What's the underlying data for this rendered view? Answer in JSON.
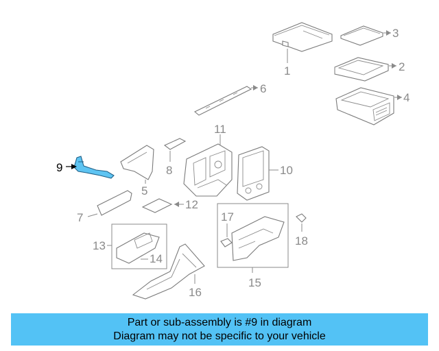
{
  "callouts": {
    "c1": "1",
    "c2": "2",
    "c3": "3",
    "c4": "4",
    "c5": "5",
    "c6": "6",
    "c7": "7",
    "c8": "8",
    "c9": "9",
    "c10": "10",
    "c11": "11",
    "c12": "12",
    "c13": "13",
    "c14": "14",
    "c15": "15",
    "c16": "16",
    "c17": "17",
    "c18": "18"
  },
  "highlight": {
    "part": "9",
    "color": "#5ec4f2"
  },
  "banner": {
    "line1": "Part or sub-assembly is #9 in diagram",
    "line2": "Diagram may not be specific to your vehicle",
    "background": "#53c2f5"
  }
}
